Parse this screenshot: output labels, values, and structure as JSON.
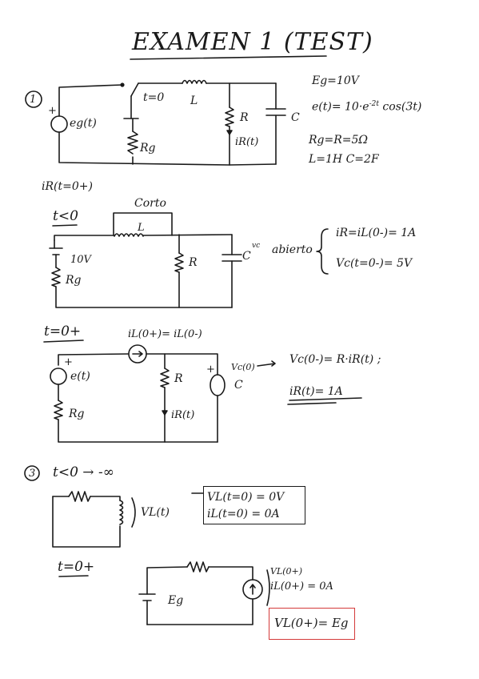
{
  "title": "EXAMEN 1  (TEST)",
  "section1": {
    "number": "1",
    "source_label": "eg(t)",
    "switch_label": "t=0",
    "inductor_label": "L",
    "resistor_label": "R",
    "capacitor_label": "C",
    "current_label": "iR(t)",
    "rg_label": "Rg",
    "plus": "+"
  },
  "givens": {
    "eg": "Eg=10V",
    "et": "e(t)= 10·e",
    "et_exp": "-2t",
    "et_tail": "cos(3t)",
    "rg": "Rg=R=5Ω",
    "lc": "L=1H   C=2F"
  },
  "step_ir": "iR(t=0+)",
  "section_tneg": {
    "header": "t<0",
    "corto": "Corto",
    "inductor_label": "L",
    "source_value": "10V",
    "rg_label": "Rg",
    "resistor_label": "R",
    "capacitor_label": "C",
    "vc_label": "vc",
    "abierto": "abierto",
    "result1": "iR=iL(0-)= 1A",
    "result2": "Vc(t=0-)= 5V"
  },
  "section_tpos": {
    "header": "t=0+",
    "il_label": "iL(0+)= iL(0-)",
    "source_label": "e(t)",
    "rg_label": "Rg",
    "resistor_label": "R",
    "current_label": "iR(t)",
    "vc_source_label": "Vc(0)",
    "c_label": "C",
    "plus": "+",
    "eq1": "Vc(0-)= R·iR(t) ;",
    "eq2": "iR(t)= 1A"
  },
  "section3": {
    "number": "3",
    "header": "t<0 → -∞",
    "vl_label": "VL(t)",
    "box1": "VL(t=0) = 0V",
    "box2": "iL(t=0) = 0A",
    "tpos_header": "t=0+",
    "eg_label": "Eg",
    "vl0_label": "VL(0+)",
    "il0_label": "iL(0+) = 0A",
    "result": "VL(0+)= Eg"
  }
}
